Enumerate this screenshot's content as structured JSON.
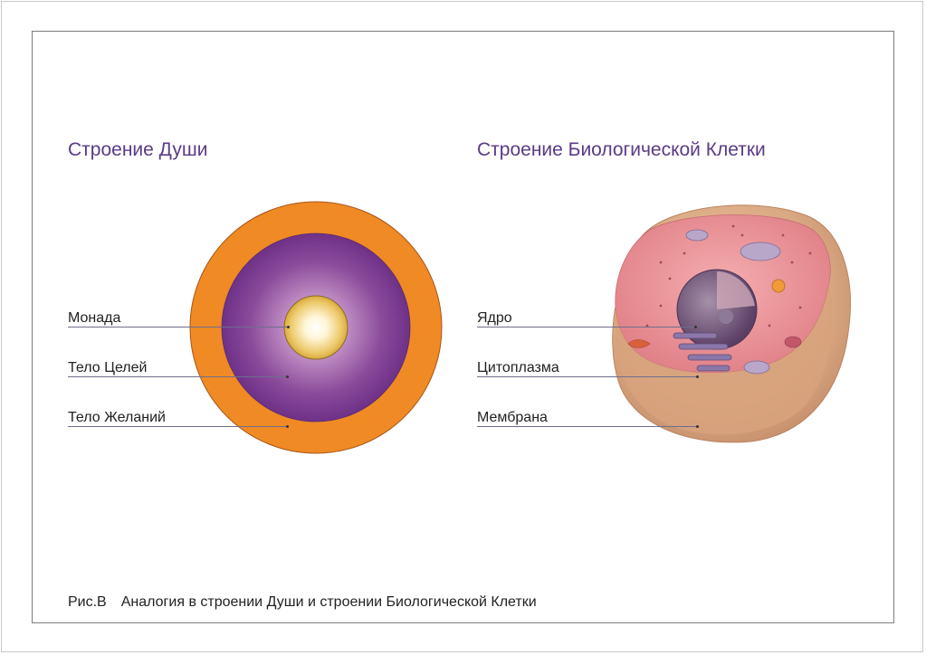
{
  "titles": {
    "soul": "Строение Души",
    "cell": "Строение Биологической Клетки"
  },
  "soul_labels": {
    "monad": "Монада",
    "body_of_goals": "Тело Целей",
    "body_of_desires": "Тело Желаний"
  },
  "cell_labels": {
    "nucleus": "Ядро",
    "cytoplasm": "Цитоплазма",
    "membrane": "Мембрана"
  },
  "caption": {
    "figure_number": "Рис.В",
    "text": "Аналогия в строении Души и строении Биологической Клетки"
  },
  "colors": {
    "title": "#5a3b86",
    "soul_outer_ring": "#ef8a24",
    "soul_middle": "#7e3f91",
    "soul_core": "#e6c66a",
    "cell_membrane": "#d9a983",
    "cell_cytoplasm": "#e88f94",
    "cell_nucleus": "#6b4f73"
  }
}
